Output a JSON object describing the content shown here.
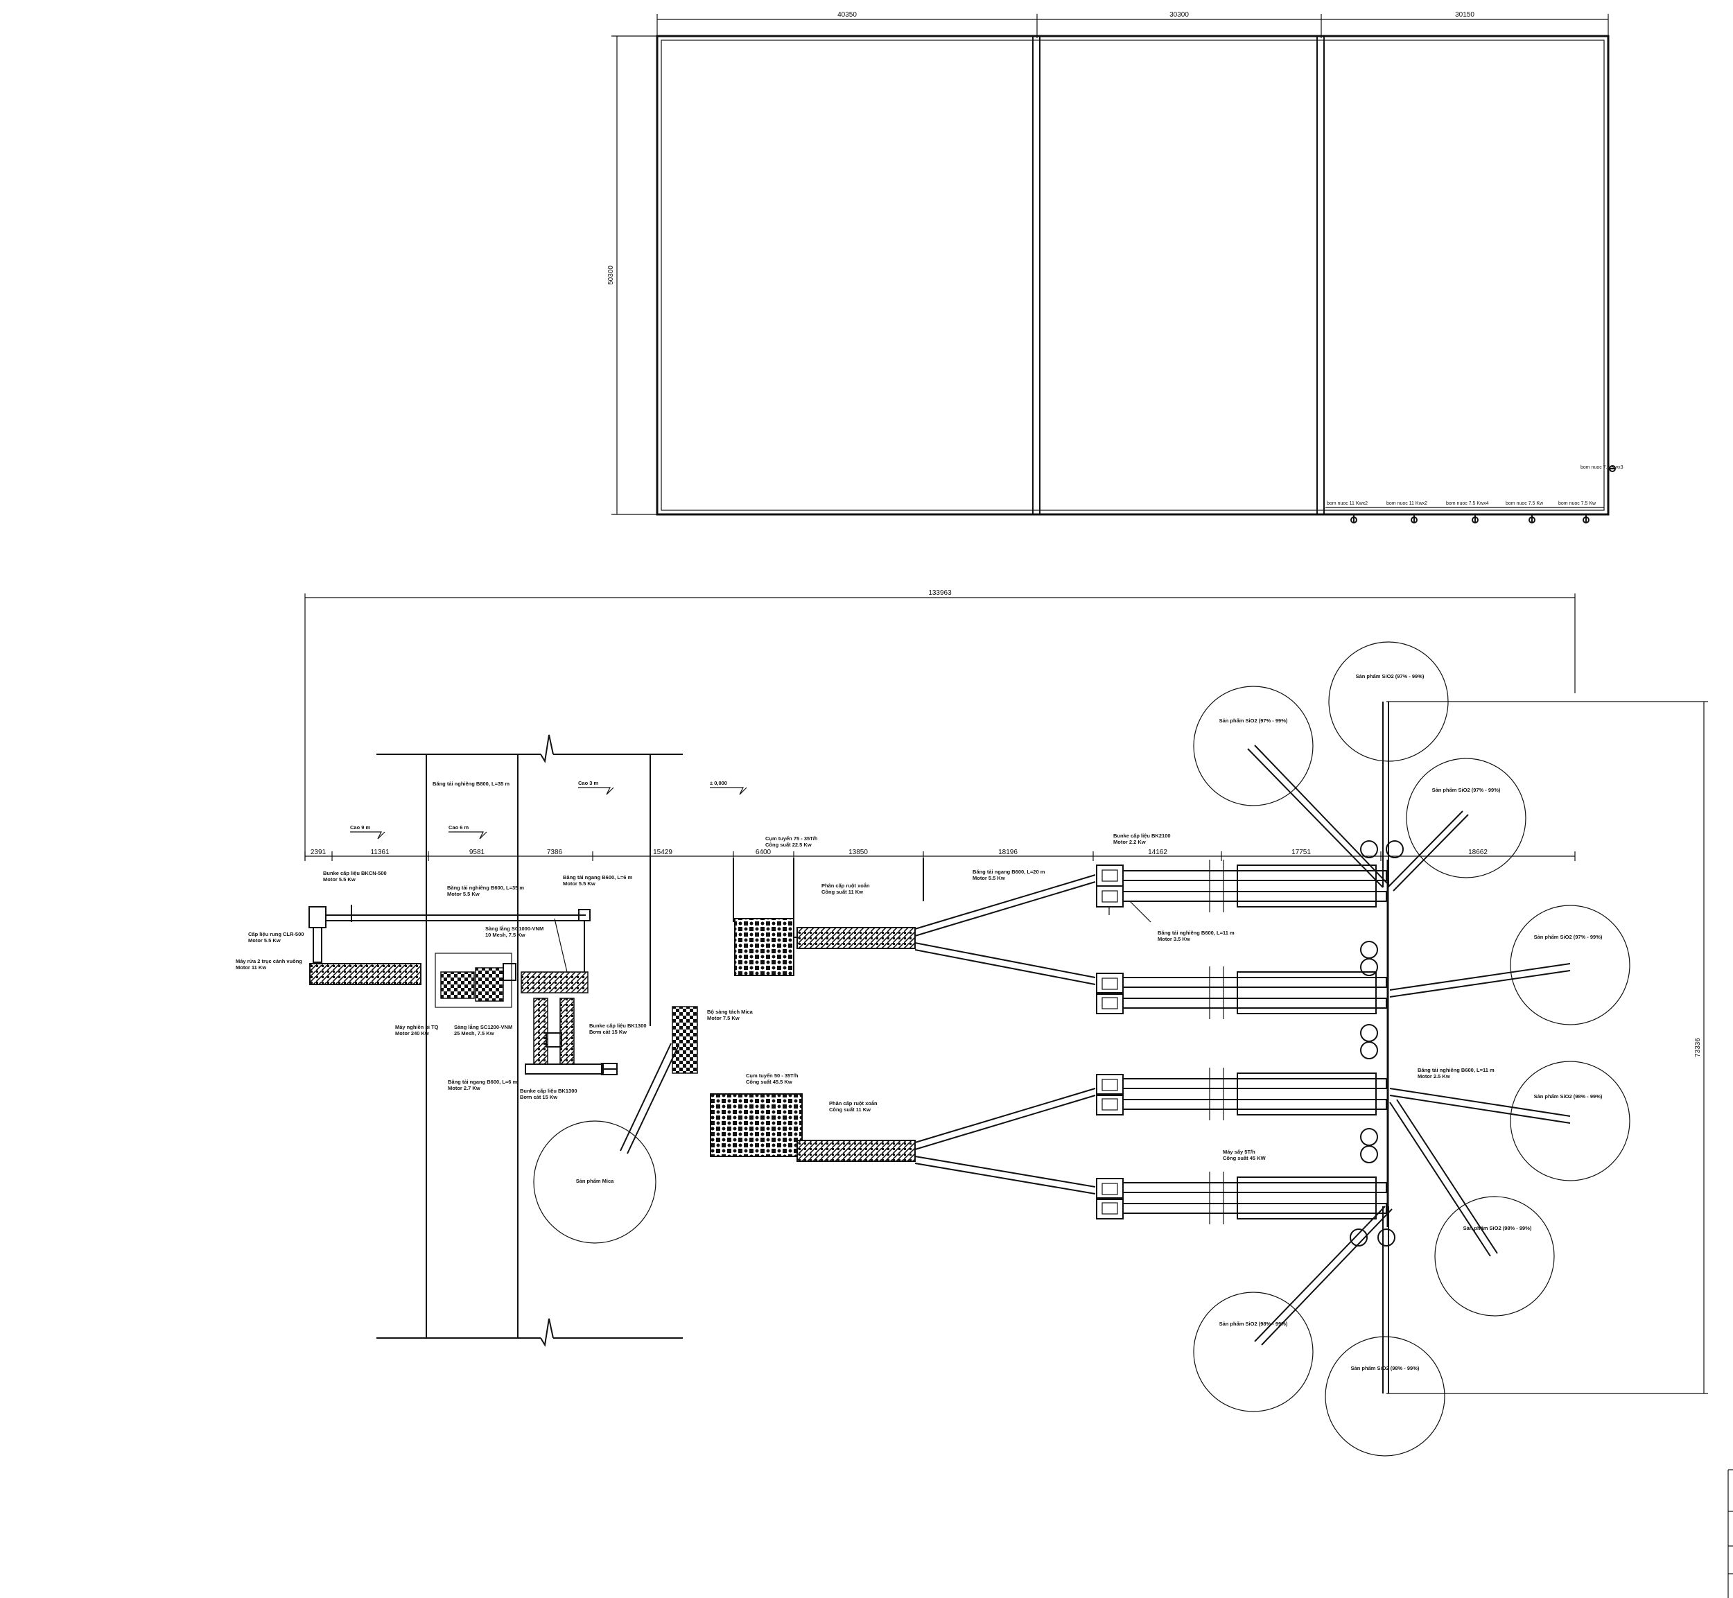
{
  "colors": {
    "line": "#111111",
    "background": "#ffffff"
  },
  "top_plan": {
    "dims": {
      "w1": "40350",
      "w2": "30300",
      "w3": "30150",
      "height": "50300"
    },
    "pumps": {
      "p1": "bom nuoc 11 Kwx2",
      "p2": "bom nuoc 11 Kwx2",
      "p3": "bom nuoc 7.5 Kwx4",
      "p4": "bom nuoc 7.5 Kw",
      "p5": "bom nuoc 7.5 Kw",
      "p6": "bom nuoc 7.5 Kwx3"
    }
  },
  "bottom_plan": {
    "overall_width": "133963",
    "overall_height": "73336",
    "segments": [
      "2391",
      "11361",
      "9581",
      "7386",
      "15429",
      "6400",
      "13850",
      "18196",
      "14162",
      "17751",
      "18662"
    ],
    "levels": {
      "l1": "Cao 9 m",
      "l2": "Cao 6 m",
      "l3": "Cao 3 m",
      "l4": "± 0,000"
    },
    "labels": {
      "feeder_vibro_1": "Cấp liệu rung CLR-500",
      "feeder_vibro_2": "Motor 5.5 Kw",
      "hopper_1": "Bunke cấp liệu BKCN-500",
      "hopper_2": "Motor 5.5 Kw",
      "washer_1": "Máy rửa 2 trục cánh vuông",
      "washer_2": "Motor 11 Kw",
      "incline_belt_top": "Băng tải nghiêng B800, L=35 m",
      "incline_belt_1": "Băng tải nghiêng B600, L=35 m",
      "incline_belt_2": "Motor 5.5 Kw",
      "horiz_belt_1": "Băng tải ngang B600, L=6 m",
      "horiz_belt_2": "Motor 5.5 Kw",
      "screen_top_1": "Sàng lắng SC1000-VNM",
      "screen_top_2": "10 Mesh, 7.5 Kw",
      "crusher_1": "Máy nghiền bi TQ",
      "crusher_2": "Motor 240 Kw",
      "screen_bot_1": "Sàng lắng SC1200-VNM",
      "screen_bot_2": "25 Mesh, 7.5 Kw",
      "hopper_r_1": "Bunke cấp liệu BK1300",
      "hopper_r_2": "Bơm cát 15 Kw",
      "horiz_belt_b_1": "Băng tải ngang B600, L=6 m",
      "horiz_belt_b_2": "Motor 2.7 Kw",
      "hopper_b_1": "Bunke cấp liệu BK1300",
      "hopper_b_2": "Bơm cát 15 Kw",
      "mica_sep_1": "Bộ sàng tách Mica",
      "mica_sep_2": "Motor 7.5 Kw",
      "product_mica": "Sản phẩm Mica",
      "cyclone_top_1": "Cụm tuyển 75 - 35T/h",
      "cyclone_top_2": "Công suất 22.5 Kw",
      "spiral_top_1": "Phân cấp ruột xoắn",
      "spiral_top_2": "Công suất 11 Kw",
      "cyclone_bot_1": "Cụm tuyển 50 - 35T/h",
      "cyclone_bot_2": "Công suất 45.5 Kw",
      "spiral_bot_1": "Phân cấp ruột xoắn",
      "spiral_bot_2": "Công suất 11 Kw",
      "horiz_belt_m_1": "Băng tải ngang B600, L=20 m",
      "horiz_belt_m_2": "Motor 5.5 Kw",
      "hopper_m_1": "Bunke cấp liệu BK2100",
      "hopper_m_2": "Motor 2.2 Kw",
      "incline_m_1": "Băng tải nghiêng B600, L=11 m",
      "incline_m_2": "Motor 3.5 Kw",
      "incline_r_1": "Băng tải nghiêng B600, L=11 m",
      "incline_r_2": "Motor 2.5 Kw",
      "dryer_1": "Máy sấy 5T/h",
      "dryer_2": "Công suất 45 KW"
    },
    "products": {
      "p1": "Sản phẩm SiO2 (97% - 99%)",
      "p2": "Sản phẩm SiO2 (97% - 99%)",
      "p3": "Sản phẩm SiO2 (97% - 99%)",
      "p4": "Sản phẩm SiO2 (97% - 99%)",
      "p5": "Sản phẩm SiO2 (98% - 99%)",
      "p6": "Sản phẩm SiO2 (98% - 99%)",
      "p7": "Sản phẩm SiO2 (98% - 99%)",
      "p8": "Sản phẩm SiO2 (98% - 99%)"
    }
  }
}
